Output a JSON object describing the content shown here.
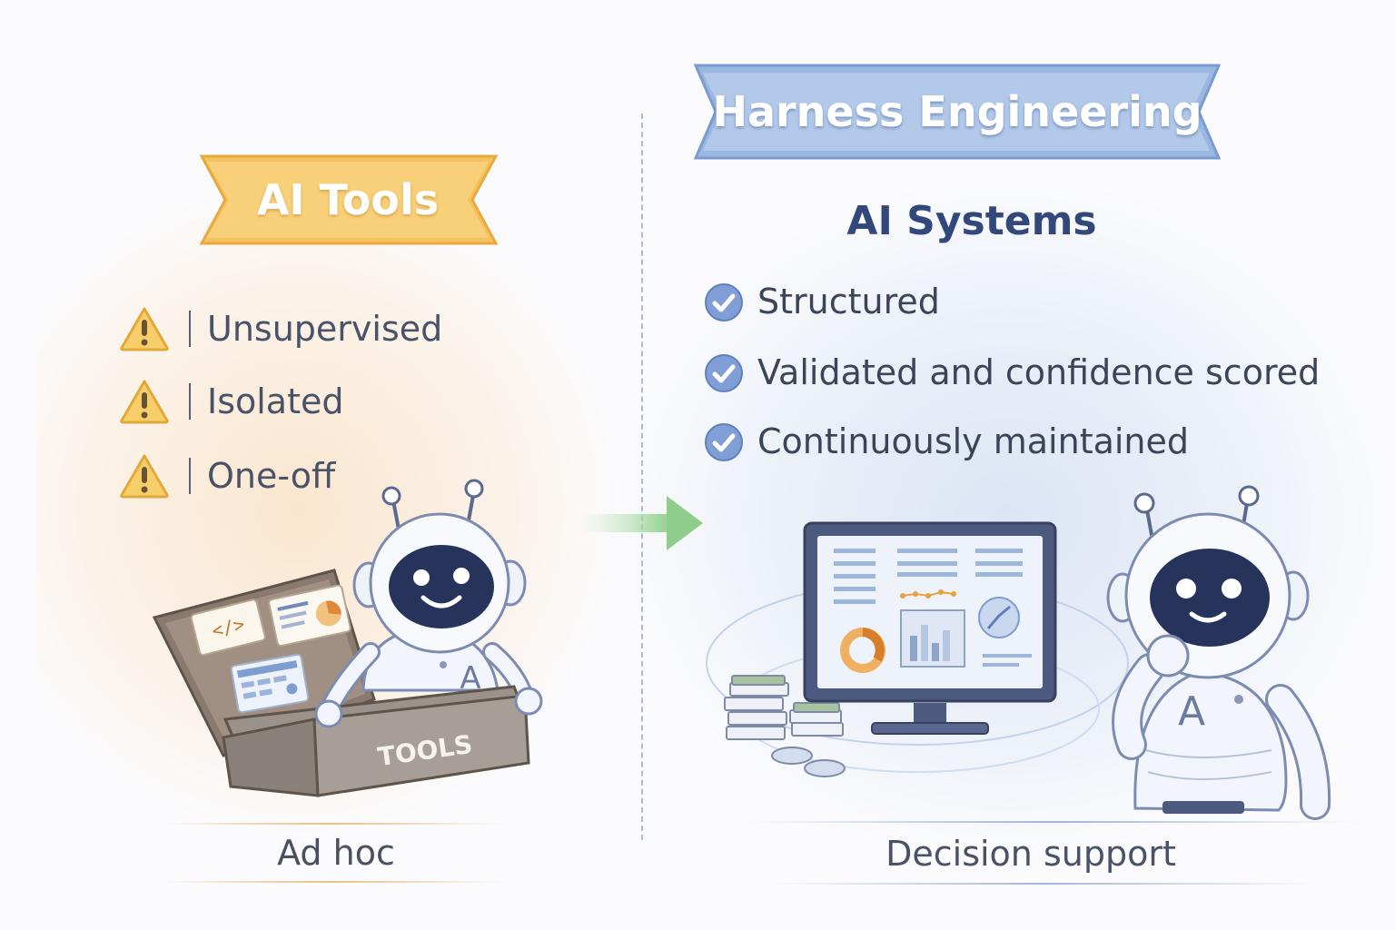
{
  "left_panel": {
    "banner_title": "AI Tools",
    "items": [
      {
        "icon": "warning-icon",
        "label": "Unsupervised"
      },
      {
        "icon": "warning-icon",
        "label": "Isolated"
      },
      {
        "icon": "warning-icon",
        "label": "One-off"
      }
    ],
    "toolbox_label": "TOOLS",
    "robot_badge": "A",
    "footer": "Ad hoc",
    "accent_color": "#f7c96e"
  },
  "right_panel": {
    "banner_title": "Harness Engineering",
    "subtitle": "AI Systems",
    "items": [
      {
        "icon": "check-circle-icon",
        "label": "Structured"
      },
      {
        "icon": "check-circle-icon",
        "label": "Validated and confidence scored"
      },
      {
        "icon": "check-circle-icon",
        "label": "Continuously maintained"
      }
    ],
    "robot_badge": "A",
    "footer": "Decision support",
    "accent_color": "#9fbce6"
  },
  "arrow": {
    "icon": "right-arrow-icon",
    "color": "#8fce8a"
  }
}
